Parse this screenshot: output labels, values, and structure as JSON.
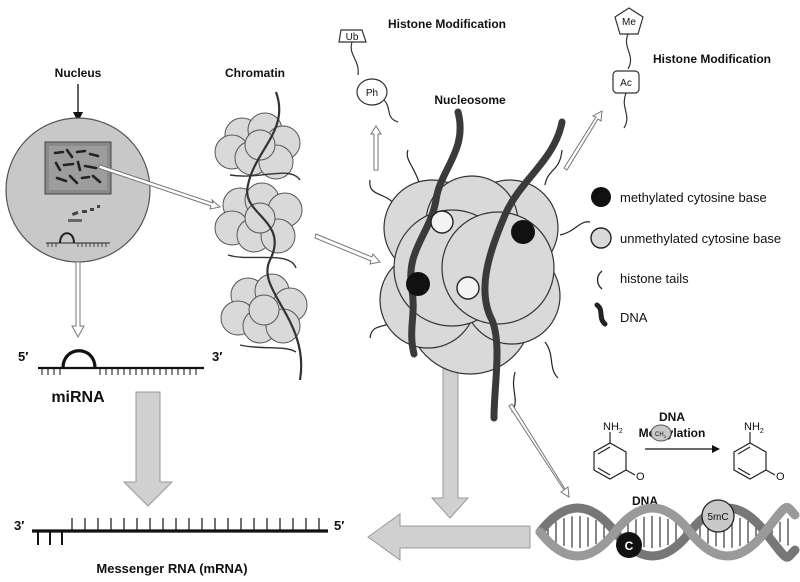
{
  "labels": {
    "nucleus": "Nucleus",
    "chromatin": "Chromatin",
    "nucleosome": "Nucleosome",
    "histone_mod_1": "Histone Modification",
    "histone_mod_2": "Histone Modification",
    "mirna": "miRNA",
    "mirna_5": "5′",
    "mirna_3": "3′",
    "mrna": "Messenger RNA (mRNA)",
    "mrna_3": "3′",
    "mrna_5": "5′",
    "dna_methylation_line1": "DNA",
    "dna_methylation_line2": "Methylation",
    "dna_helix": "DNA"
  },
  "modifications": {
    "ub": "Ub",
    "ph": "Ph",
    "me": "Me",
    "ac": "Ac"
  },
  "legend": [
    {
      "text": "methylated cytosine base",
      "symbol": "black-circle"
    },
    {
      "text": "unmethylated cytosine base",
      "symbol": "grey-circle"
    },
    {
      "text": "histone tails",
      "symbol": "tail-curve"
    },
    {
      "text": "DNA",
      "symbol": "dna-strand"
    }
  ],
  "chemistry": {
    "nh2_left": "NH",
    "nh2_left_sub": "2",
    "o_left": "O",
    "nh2_right": "NH",
    "nh2_right_sub": "2",
    "o_right": "O",
    "methyl": "CH",
    "methyl_sub": "3"
  },
  "helix_marks": {
    "c": "C",
    "fivemc": "5mC"
  },
  "colors": {
    "histone_fill": "#d9d9d9",
    "nucleus_fill": "#c8c8c8",
    "dna_stroke": "#3a3a3a",
    "arrow_fill": "#d0d0d0"
  }
}
